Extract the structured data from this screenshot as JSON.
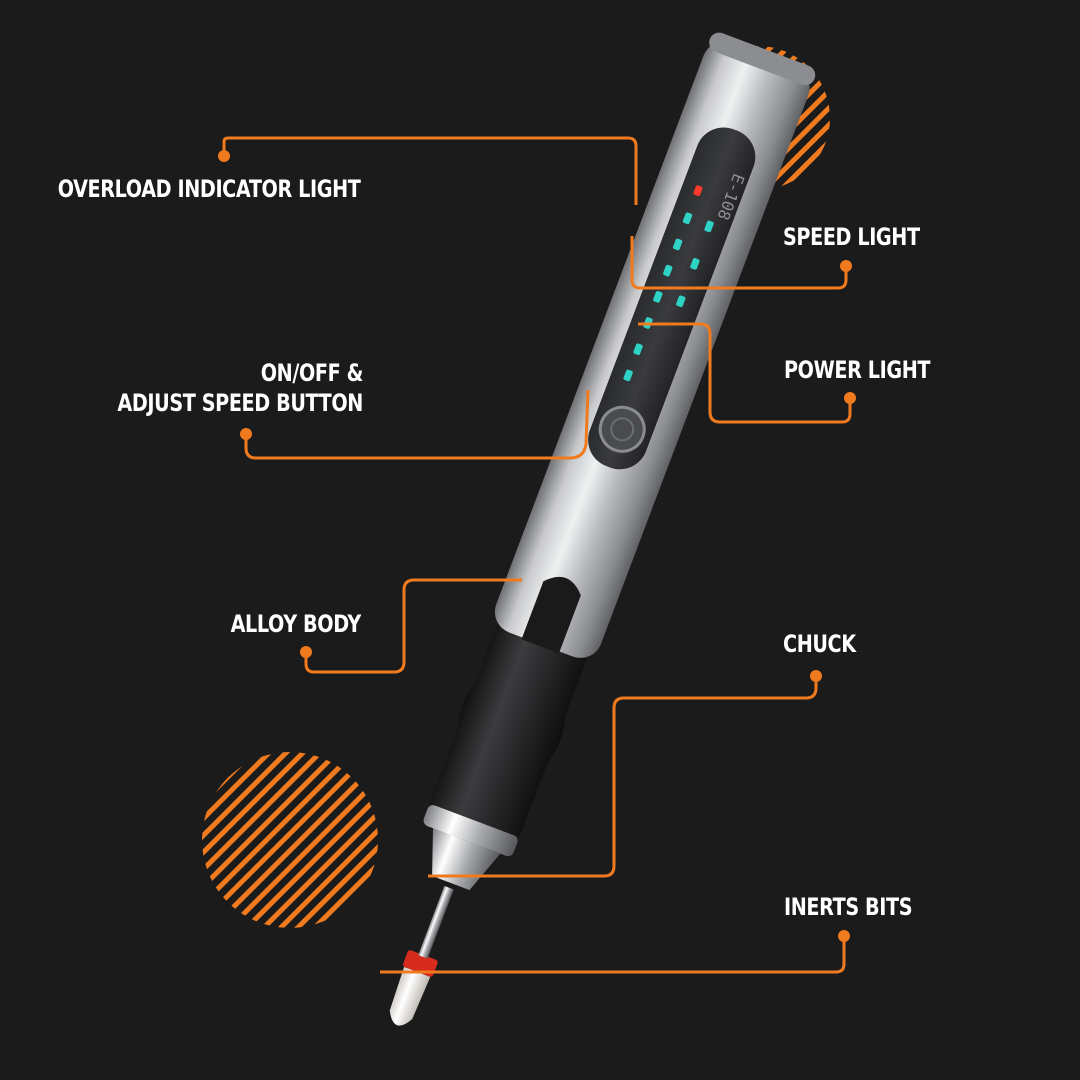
{
  "colors": {
    "background": "#1b1b1c",
    "accent": "#f07b1f",
    "text": "#ffffff",
    "led_teal": "#2fd3c6",
    "led_red": "#ff3a2a"
  },
  "product": {
    "model_marking": "E-108"
  },
  "callouts": {
    "overload": {
      "label": "OVERLOAD INDICATOR LIGHT"
    },
    "speed": {
      "label": "SPEED LIGHT"
    },
    "power": {
      "label": "POWER LIGHT"
    },
    "button": {
      "label_line1": "ON/OFF &",
      "label_line2": "ADJUST SPEED BUTTON"
    },
    "body": {
      "label": "ALLOY BODY"
    },
    "chuck": {
      "label": "CHUCK"
    },
    "bits": {
      "label": "INERTS BITS"
    }
  }
}
